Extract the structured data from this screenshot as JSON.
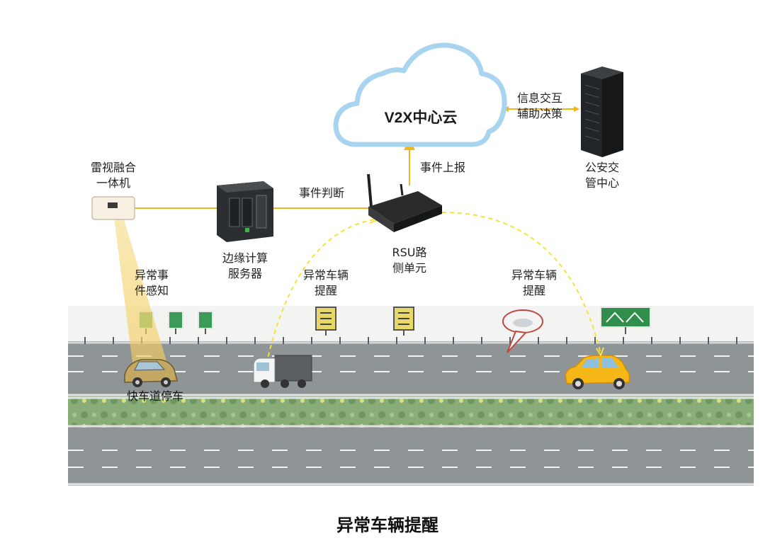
{
  "cloud": {
    "label": "V2X中心云"
  },
  "labels": {
    "radar_line1": "雷视融合",
    "radar_line2": "一体机",
    "edge_line1": "边缘计算",
    "edge_line2": "服务器",
    "event_judge": "事件判断",
    "event_report": "事件上报",
    "rsu_line1": "RSU路",
    "rsu_line2": "侧单元",
    "info_line1": "信息交互",
    "info_line2": "辅助决策",
    "police_line1": "公安交",
    "police_line2": "管中心",
    "perceive_line1": "异常事",
    "perceive_line2": "件感知",
    "alert1_line1": "异常车辆",
    "alert1_line2": "提醒",
    "alert2_line1": "异常车辆",
    "alert2_line2": "提醒",
    "stopped_car": "快车道停车"
  },
  "caption": "异常车辆提醒",
  "colors": {
    "link_line": "#f3b51b",
    "cloud_outline": "#a9d4ef",
    "road": "#8f9496",
    "median": "#7fa86a",
    "taxi": "#f6b817"
  }
}
